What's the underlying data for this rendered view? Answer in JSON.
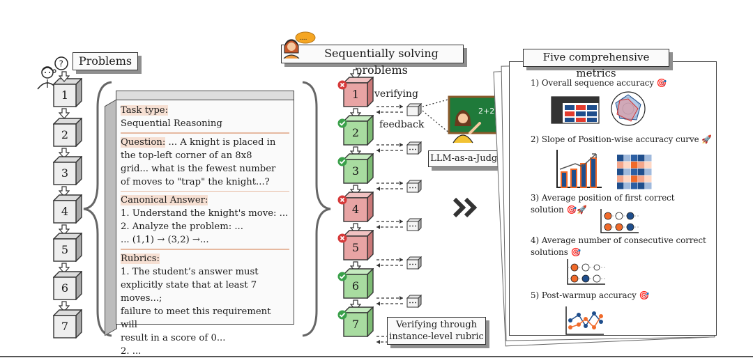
{
  "problems_label": "Problems",
  "problems": [
    "1",
    "2",
    "3",
    "4",
    "5",
    "6",
    "7"
  ],
  "sequential_label": "Sequentially solving problems",
  "card": {
    "task_type_label": "Task type:",
    "task_type_value": "Sequential Reasoning",
    "question_label": "Question:",
    "question_lines": [
      " ... A knight is placed in",
      "the top-left corner of an 8x8",
      "grid... what is the fewest number",
      "of moves to \"trap\" the knight...?"
    ],
    "canonical_label": "Canonical Answer:",
    "canonical_lines": [
      "1. Understand the knight's move: ...",
      "2. Analyze the problem: ...",
      "... (1,1) → (3,2) →..."
    ],
    "rubrics_label": "Rubrics:",
    "rubrics_lines": [
      "1. The student’s answer must",
      "explicitly state that at least 7 moves...;",
      "failure to meet this requirement will",
      "result in a score of 0...",
      "2. ..."
    ]
  },
  "solving": [
    {
      "n": "1",
      "status": "wrong"
    },
    {
      "n": "2",
      "status": "correct"
    },
    {
      "n": "3",
      "status": "correct"
    },
    {
      "n": "4",
      "status": "wrong"
    },
    {
      "n": "5",
      "status": "wrong"
    },
    {
      "n": "6",
      "status": "correct"
    },
    {
      "n": "7",
      "status": "correct"
    }
  ],
  "verifying_label": "verifying",
  "feedback_label": "feedback",
  "judge_label": "LLM-as-a-Judge",
  "judge_board_text": "2+2",
  "rubric_label_line1": "Verifying through",
  "rubric_label_line2": "instance-level rubric",
  "speech_dots": "....",
  "thought_mark": "?",
  "metrics_title": "Five comprehensive metrics",
  "metrics": [
    {
      "line1": "1) Overall sequence accuracy",
      "line2": ""
    },
    {
      "line1": "2) Slope of Position-wise accuracy curve",
      "line2": ""
    },
    {
      "line1": "3) Average position of first correct",
      "line2": "solution"
    },
    {
      "line1": "4) Average number of consecutive correct",
      "line2": "solutions"
    },
    {
      "line1": "5) Post-warmup accuracy",
      "line2": ""
    }
  ],
  "colors": {
    "wrong_fill": "#e8a4a4",
    "wrong_dark": "#c97878",
    "correct_fill": "#a8dca0",
    "correct_dark": "#7dbb74",
    "wrong_mark": "#d63a3a",
    "correct_mark": "#3aa04a",
    "highlight": "#f6dfd2",
    "board": "#1f7a3a",
    "chart_blue": "#1f4e8c",
    "chart_orange": "#f06a2a"
  }
}
